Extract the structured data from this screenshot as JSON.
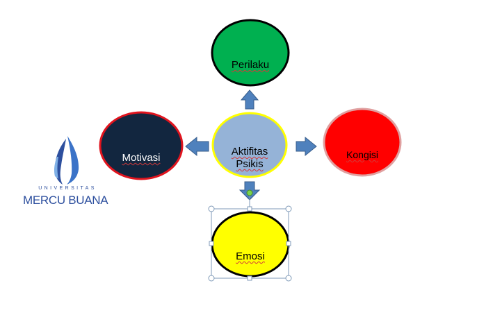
{
  "diagram": {
    "center": {
      "label": "Aktifitas\nPsikis",
      "color": "#95b3d7",
      "border": "#ffff00"
    },
    "nodes": {
      "top": {
        "label": "Perilaku",
        "color": "#00b050",
        "border": "#000000"
      },
      "left": {
        "label": "Motivasi",
        "color": "#12263f",
        "border": "#e0141e",
        "text_color": "#ffffff"
      },
      "right": {
        "label": "Kongisi",
        "color": "#ff0000",
        "border": "#e0a0a0"
      },
      "bottom": {
        "label": "Emosi",
        "color": "#ffff00",
        "border": "#000000"
      }
    },
    "arrow_color": "#4f81bd"
  },
  "logo": {
    "line1": "UNIVERSITAS",
    "line2": "MERCU BUANA",
    "color": "#2d4f9e"
  }
}
